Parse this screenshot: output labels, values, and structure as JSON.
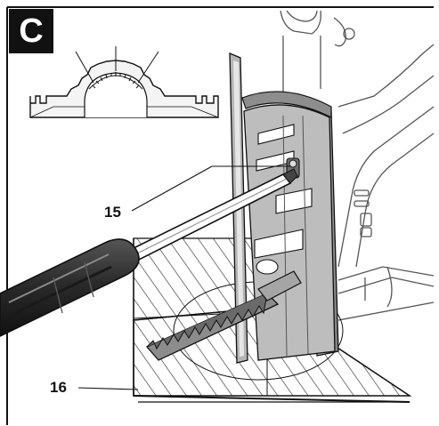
{
  "panel": {
    "letter": "C"
  },
  "callouts": [
    {
      "id": "15",
      "label": "15"
    },
    {
      "id": "16",
      "label": "16"
    }
  ],
  "colors": {
    "ink": "#111111",
    "grip": "#2b2b2b",
    "paper": "#ffffff",
    "shade": "#9a9a9a"
  }
}
